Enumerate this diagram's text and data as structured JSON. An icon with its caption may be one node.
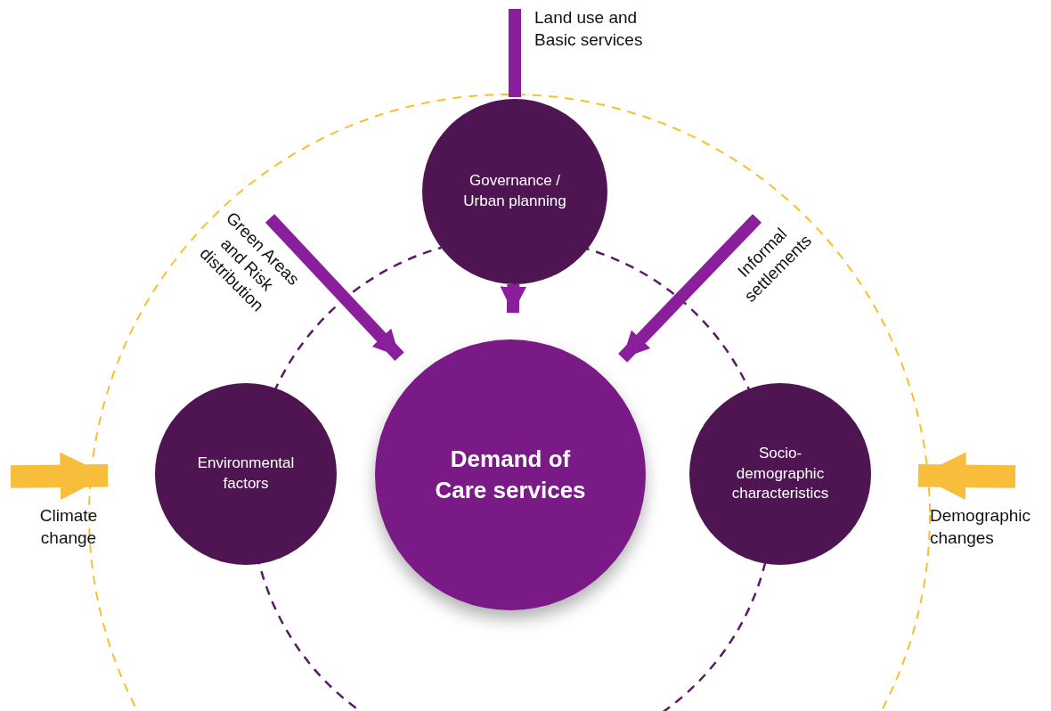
{
  "diagram": {
    "nodes": [
      {
        "text": [
          "Governance / Urban planning"
        ]
      },
      {
        "text": [
          "Demand of Care services"
        ]
      },
      {
        "text": [
          "Environmental factors"
        ]
      },
      {
        "text": [
          "Socio-demographic characteristics"
        ]
      }
    ],
    "edges": [
      {
        "from": null,
        "to": 0,
        "arrow": "none",
        "label": "Land use and Basic services"
      },
      {
        "from": null,
        "to": 1,
        "arrow": "to",
        "label": "Green Areas and Risk distribution"
      },
      {
        "from": 0,
        "to": 1,
        "arrow": "to"
      },
      {
        "from": null,
        "to": 1,
        "arrow": "to",
        "label": "Informal settlements"
      },
      {
        "from": null,
        "to": 2,
        "arrow": "to",
        "label": "Climate change",
        "style": "thick",
        "color": "#f7bd3b"
      },
      {
        "from": null,
        "to": 3,
        "arrow": "to",
        "label": "Demographic changes",
        "style": "thick",
        "color": "#f7bd3b"
      }
    ]
  }
}
